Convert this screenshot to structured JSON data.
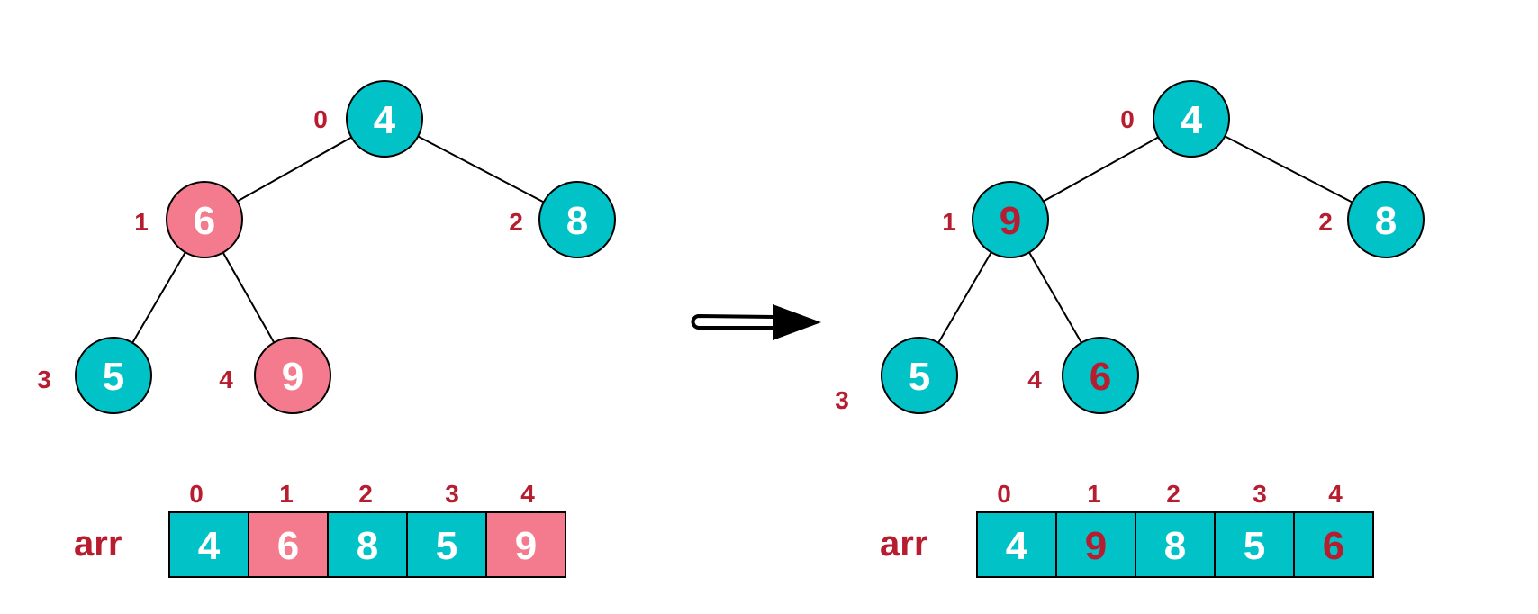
{
  "colors": {
    "teal": "#00C2C7",
    "pink": "#F47A8D",
    "red": "#B71C2F",
    "white": "#FFFFFF",
    "black": "#000000"
  },
  "before": {
    "nodes": [
      {
        "index": "0",
        "value": "4",
        "state": "normal"
      },
      {
        "index": "1",
        "value": "6",
        "state": "highlight"
      },
      {
        "index": "2",
        "value": "8",
        "state": "normal"
      },
      {
        "index": "3",
        "value": "5",
        "state": "normal"
      },
      {
        "index": "4",
        "value": "9",
        "state": "highlight"
      }
    ],
    "array": {
      "label": "arr",
      "cells": [
        {
          "index": "0",
          "value": "4",
          "state": "normal"
        },
        {
          "index": "1",
          "value": "6",
          "state": "highlight"
        },
        {
          "index": "2",
          "value": "8",
          "state": "normal"
        },
        {
          "index": "3",
          "value": "5",
          "state": "normal"
        },
        {
          "index": "4",
          "value": "9",
          "state": "highlight"
        }
      ]
    }
  },
  "after": {
    "nodes": [
      {
        "index": "0",
        "value": "4",
        "state": "normal"
      },
      {
        "index": "1",
        "value": "9",
        "state": "swapped"
      },
      {
        "index": "2",
        "value": "8",
        "state": "normal"
      },
      {
        "index": "3",
        "value": "5",
        "state": "normal"
      },
      {
        "index": "4",
        "value": "6",
        "state": "swapped"
      }
    ],
    "array": {
      "label": "arr",
      "cells": [
        {
          "index": "0",
          "value": "4",
          "state": "normal"
        },
        {
          "index": "1",
          "value": "9",
          "state": "swapped"
        },
        {
          "index": "2",
          "value": "8",
          "state": "normal"
        },
        {
          "index": "3",
          "value": "5",
          "state": "normal"
        },
        {
          "index": "4",
          "value": "6",
          "state": "swapped"
        }
      ]
    }
  },
  "arrow_icon": "right-arrow-icon"
}
